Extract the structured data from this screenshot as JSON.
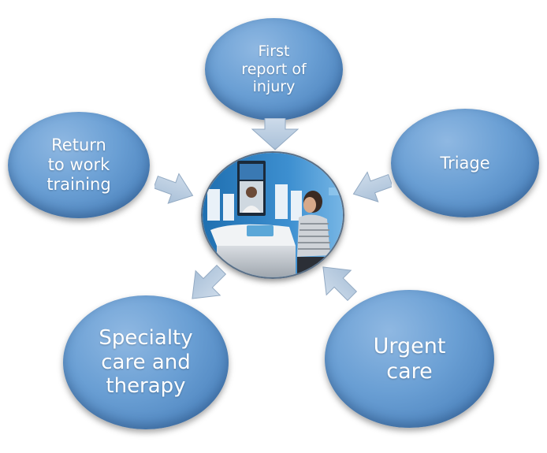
{
  "nodes": {
    "first_report": "First\nreport of\ninjury",
    "return_to_work": "Return\nto work\ntraining",
    "triage": "Triage",
    "specialty_care": "Specialty\ncare and\ntherapy",
    "urgent_care": "Urgent\ncare"
  },
  "colors": {
    "bubble_fill": "#6a9fd4",
    "bubble_edge": "#3f73ac",
    "arrow_fill": "#b9cde2",
    "text": "#ffffff"
  },
  "center_image": "telehealth-kiosk-photo"
}
